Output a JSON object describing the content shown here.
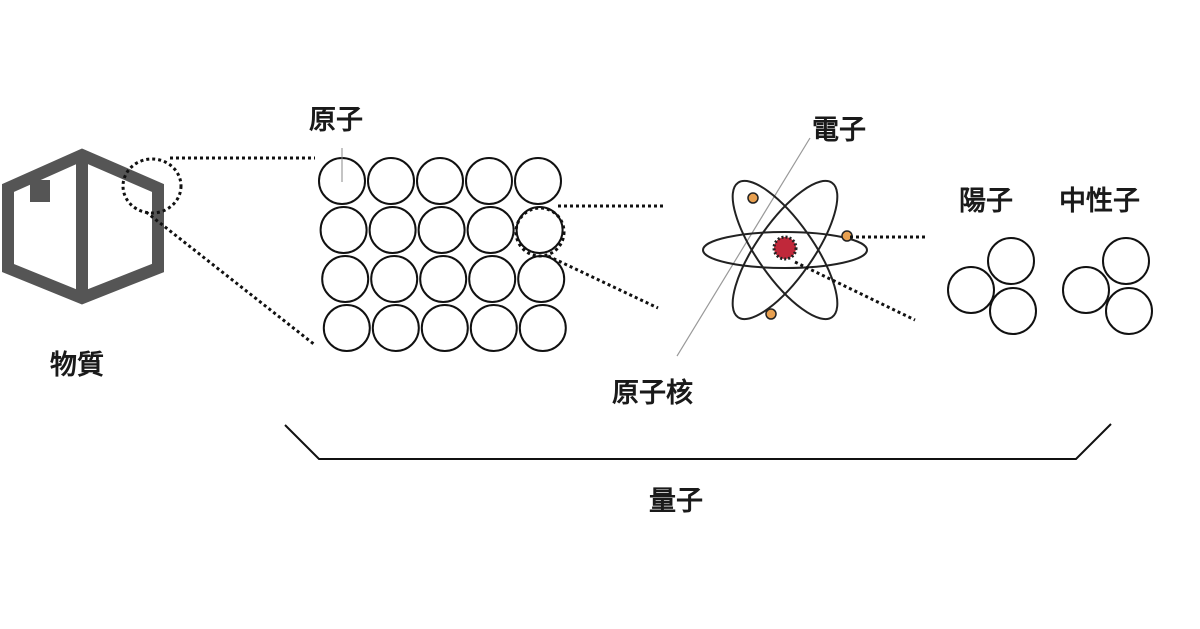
{
  "labels": {
    "matter": "物質",
    "atom": "原子",
    "electron": "電子",
    "nucleus": "原子核",
    "proton": "陽子",
    "neutron": "中性子",
    "quantum": "量子"
  },
  "colors": {
    "stroke": "#111111",
    "box": "#555555",
    "electron": "#e8a050",
    "nucleus_core": "#c0283a",
    "leader_line": "#888888"
  },
  "icons": {
    "matter": "box-icon",
    "atom": "atom-icon"
  },
  "grid": {
    "rows": 4,
    "cols": 5
  }
}
